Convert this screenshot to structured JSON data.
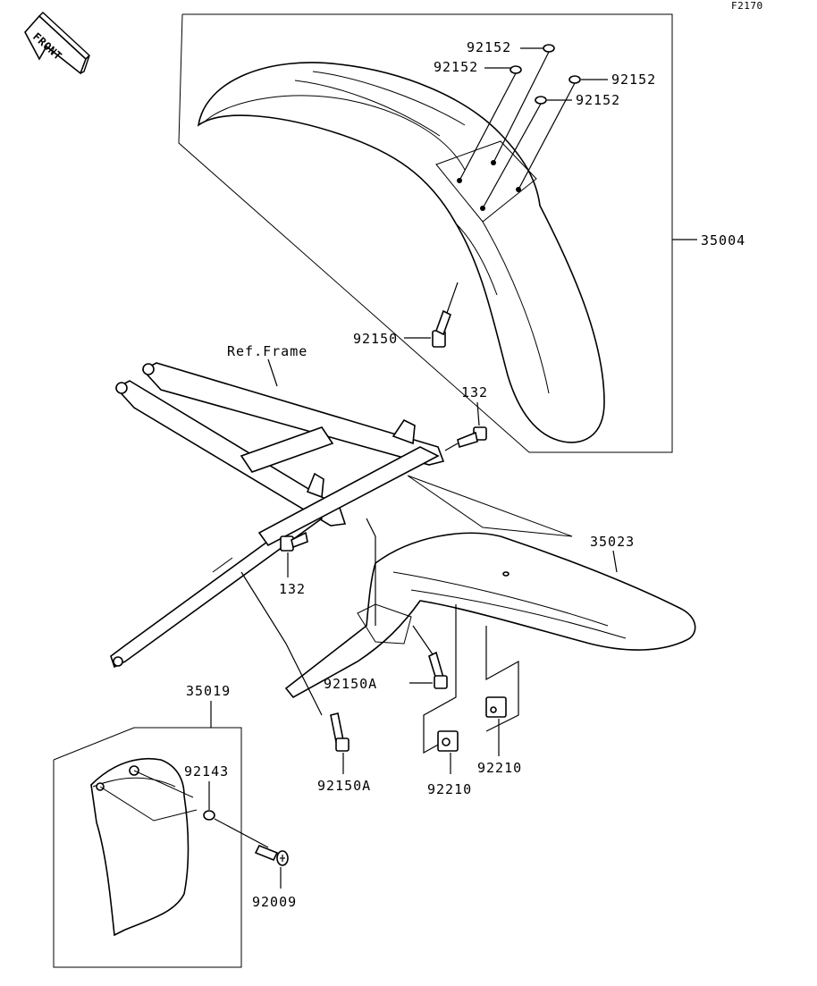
{
  "diagram_code": "F2170",
  "front_badge": "FRONT",
  "ref_frame": "Ref.Frame",
  "parts": {
    "front_fender": "35004",
    "rear_fender": "35023",
    "mud_flap": "35019",
    "washer": "92152",
    "bolt_front_fender": "92150",
    "bolt_rear": "92150A",
    "bolt_frame": "132",
    "nut_clip": "92210",
    "flap_washer": "92143",
    "flap_screw": "92009"
  }
}
